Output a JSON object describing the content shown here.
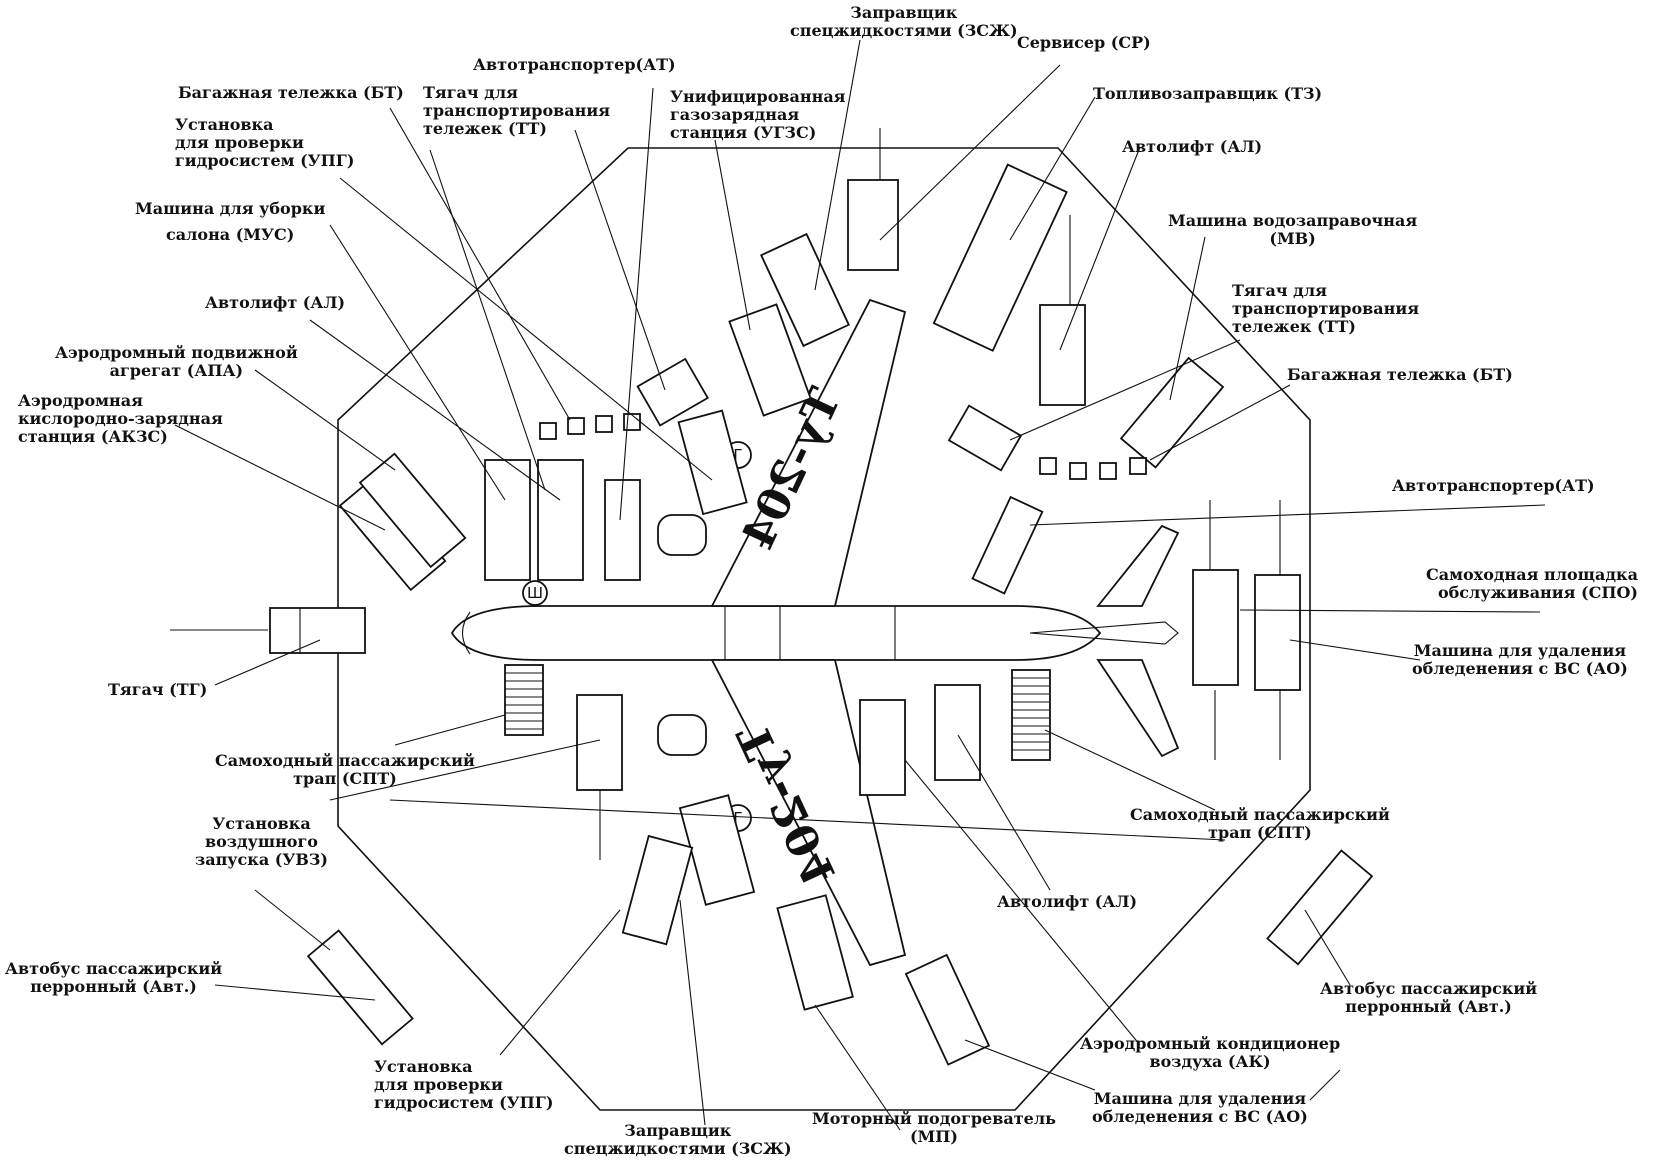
{
  "aircraft": {
    "registration_top": "Ту-204",
    "registration_bottom": "Ту-204"
  },
  "symbols": {
    "ground_power": "Ш",
    "fuel_top": "Г",
    "fuel_bottom": "Г"
  },
  "labels": {
    "zsg_top": "Заправщик\nспецжидкостями (ЗСЖ)",
    "servicer": "Сервисер (СР)",
    "at_top": "Автотранспортер(АТ)",
    "ugzs": "Унифицированная\nгазозарядная\nстанция (УГЗС)",
    "bt_top": "Багажная тележка (БТ)",
    "tt_top_left": "Тягач для\nтранспортирования\nтележек (ТТ)",
    "upg_top": "Установка\nдля проверки\nгидросистем (УПГ)",
    "tz": "Топливозаправщик (ТЗ)",
    "al_top_right": "Автолифт (АЛ)",
    "mv": "Машина водозаправочная\n(МВ)",
    "mus": "Машина для уборки\nсалона (МУС)",
    "tt_right": "Тягач для\nтранспортирования\nтележек (ТТ)",
    "al_left": "Автолифт (АЛ)",
    "bt_right": "Багажная тележка (БТ)",
    "apa": "Аэродромный подвижной\nагрегат (АПА)",
    "akzs": "Аэродромная\nкислородно-зарядная\nстанция (АКЗС)",
    "at_right": "Автотранспортер(АТ)",
    "spo": "Самоходная площадка\nобслуживания (СПО)",
    "ao_right": "Машина для удаления\nобледенения с ВС (АО)",
    "tt_tug": "Тягач (ТГ)",
    "spt_left": "Самоходный пассажирский\nтрап (СПТ)",
    "uvz": "Установка\nвоздушного\nзапуска (УВЗ)",
    "spt_right": "Самоходный пассажирский\nтрап (СПТ)",
    "al_bottom": "Автолифт (АЛ)",
    "bus_left": "Автобус пассажирский\nперронный (Авт.)",
    "bus_right": "Автобус пассажирский\nперронный (Авт.)",
    "ak": "Аэродромный кондиционер\nвоздуха (АК)",
    "upg_bottom": "Установка\nдля проверки\nгидросистем (УПГ)",
    "ao_bottom": "Машина для удаления\nобледенения с ВС (АО)",
    "mp": "Моторный подогреватель\n(МП)",
    "zsg_bottom": "Заправщик\nспецжидкостями (ЗСЖ)"
  }
}
